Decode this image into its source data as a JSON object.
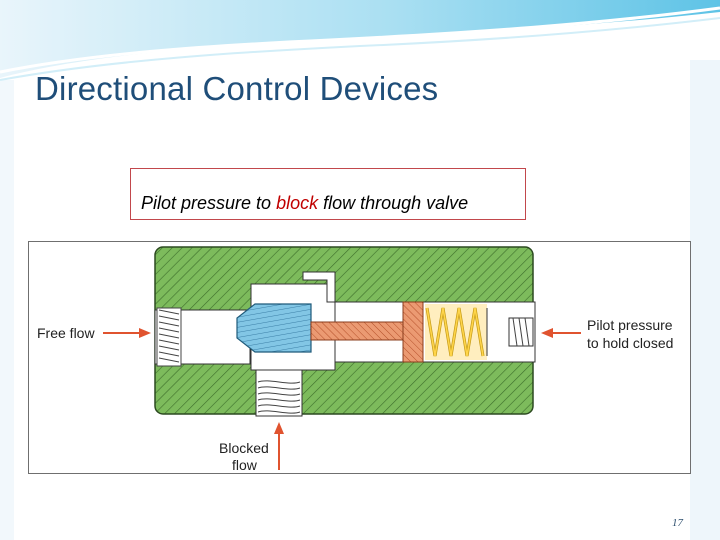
{
  "slide": {
    "title": "Directional Control Devices",
    "number": "17"
  },
  "caption": {
    "prefix": "Pilot pressure to ",
    "highlight": "block",
    "suffix": " flow through valve",
    "highlight_color": "#c00000"
  },
  "diagram": {
    "labels": {
      "free_flow": "Free flow",
      "pilot_line1": "Pilot pressure",
      "pilot_line2": "to hold closed",
      "blocked_line1": "Blocked",
      "blocked_line2": "flow"
    },
    "colors": {
      "body": "#7dbb5c",
      "poppet": "#7ec4e4",
      "piston": "#e8936a",
      "spring": "#ffd24d",
      "arrow": "#e0532f"
    }
  }
}
